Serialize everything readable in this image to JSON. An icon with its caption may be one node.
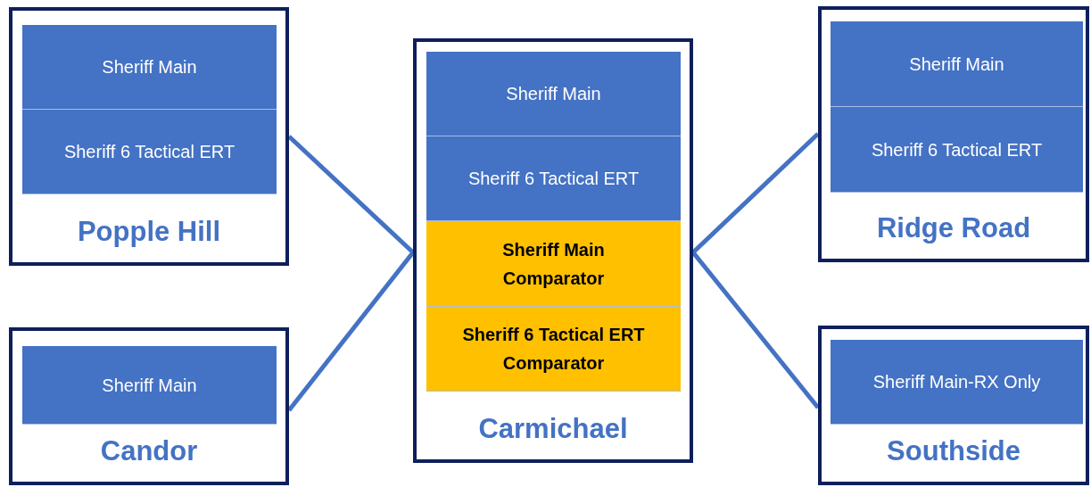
{
  "diagram": {
    "nodes": [
      {
        "text": [
          "Popple Hill"
        ]
      },
      {
        "text": [
          "Sheriff Main"
        ],
        "in": 0
      },
      {
        "text": [
          "Sheriff 6 Tactical ERT"
        ],
        "in": 0
      },
      {
        "text": [
          "Candor"
        ]
      },
      {
        "text": [
          "Sheriff Main"
        ],
        "in": 3
      },
      {
        "text": [
          "Carmichael"
        ]
      },
      {
        "text": [
          "Sheriff Main"
        ],
        "in": 5
      },
      {
        "text": [
          "Sheriff 6 Tactical ERT"
        ],
        "in": 5
      },
      {
        "text": [
          "Sheriff Main Comparator"
        ],
        "in": 5
      },
      {
        "text": [
          "Sheriff 6 Tactical ERT Comparator"
        ],
        "in": 5
      },
      {
        "text": [
          "Ridge Road"
        ]
      },
      {
        "text": [
          "Sheriff Main"
        ],
        "in": 10
      },
      {
        "text": [
          "Sheriff 6 Tactical ERT"
        ],
        "in": 10
      },
      {
        "text": [
          "Southside"
        ]
      },
      {
        "text": [
          "Sheriff Main-RX Only"
        ],
        "in": 13
      }
    ],
    "edges": [
      {
        "from": 0,
        "to": 5,
        "arrow": "none"
      },
      {
        "from": 3,
        "to": 5,
        "arrow": "none"
      },
      {
        "from": 5,
        "to": 10,
        "arrow": "none"
      },
      {
        "from": 5,
        "to": 13,
        "arrow": "none"
      }
    ]
  }
}
